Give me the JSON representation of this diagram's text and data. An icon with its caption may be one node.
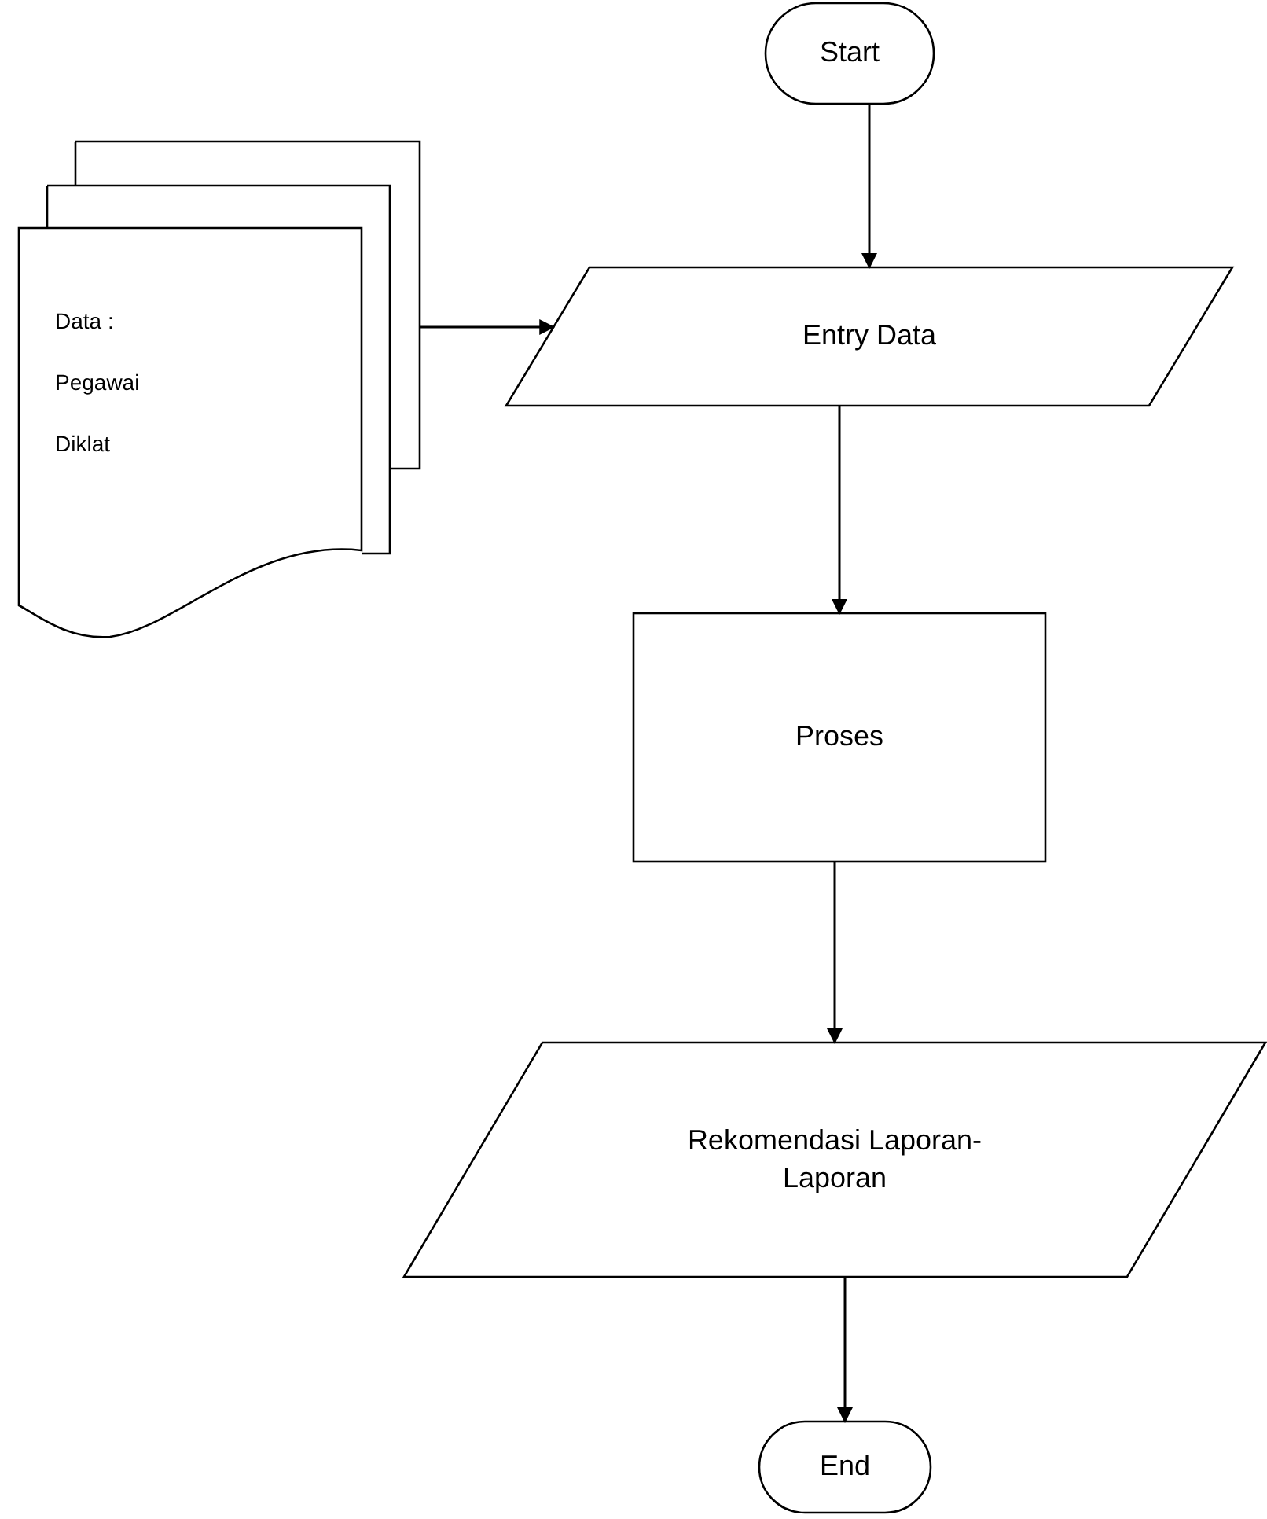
{
  "diagram": {
    "nodes": [
      {
        "text": [
          "Start"
        ]
      },
      {
        "text": [
          "Data :",
          "Pegawai",
          "Diklat"
        ]
      },
      {
        "text": [
          "Entry Data"
        ]
      },
      {
        "text": [
          "Proses"
        ]
      },
      {
        "text": [
          "Rekomendasi Laporan-Laporan"
        ]
      },
      {
        "text": [
          "End"
        ]
      }
    ],
    "edges": [
      {
        "from": 0,
        "to": 2,
        "arrow": "to"
      },
      {
        "from": 1,
        "to": 2,
        "arrow": "to"
      },
      {
        "from": 2,
        "to": 3,
        "arrow": "to"
      },
      {
        "from": 3,
        "to": 4,
        "arrow": "to"
      },
      {
        "from": 4,
        "to": 5,
        "arrow": "to"
      }
    ]
  }
}
